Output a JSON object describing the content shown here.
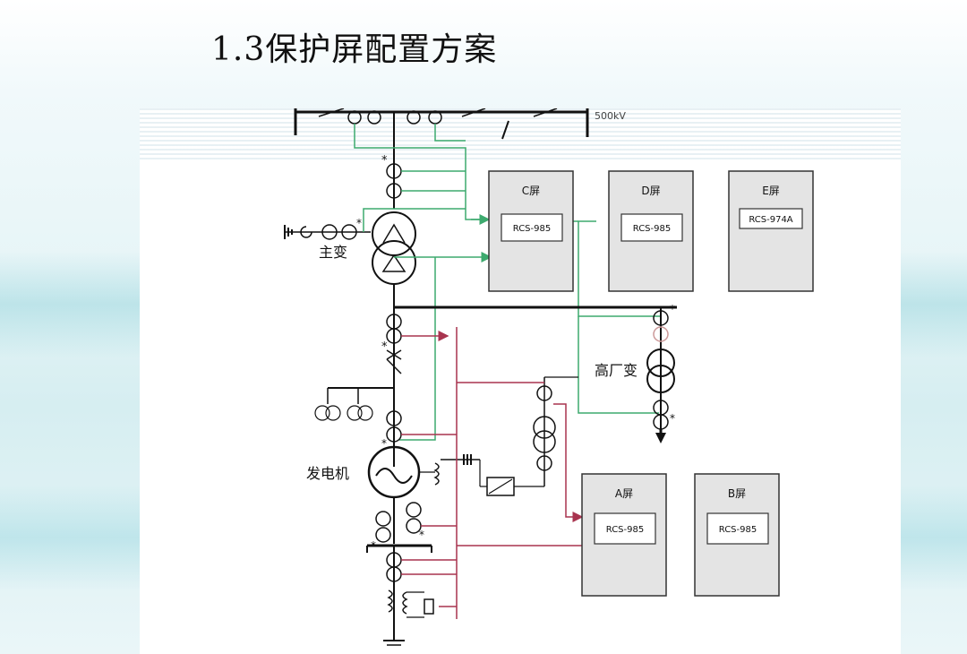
{
  "slide": {
    "title": "1.3保护屏配置方案"
  },
  "diagram": {
    "bus_voltage": "500kV",
    "labels": {
      "main_transformer": "主变",
      "station_transformer": "高厂变",
      "generator": "发电机"
    },
    "panels": [
      {
        "id": "C",
        "name": "C屏",
        "device": "RCS-985"
      },
      {
        "id": "D",
        "name": "D屏",
        "device": "RCS-985"
      },
      {
        "id": "E",
        "name": "E屏",
        "device": "RCS-974A"
      },
      {
        "id": "A",
        "name": "A屏",
        "device": "RCS-985"
      },
      {
        "id": "B",
        "name": "B屏",
        "device": "RCS-985"
      }
    ],
    "colors": {
      "green_wire": "#3daa6e",
      "red_wire": "#a8344f",
      "black_wire": "#111111",
      "panel_bg": "#e4e4e4"
    }
  }
}
